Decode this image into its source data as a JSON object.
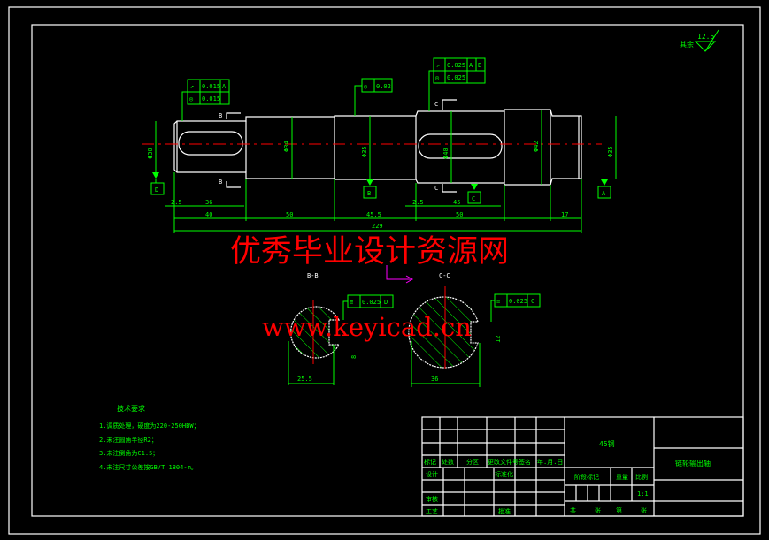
{
  "roughness": {
    "label": "其余",
    "value": "12.5"
  },
  "gdt": {
    "left": {
      "row1": {
        "symbol": "↗",
        "value": "0.015",
        "datum": "A"
      },
      "row2": {
        "symbol": "◎",
        "value": "0.015"
      }
    },
    "middle": {
      "symbol": "◎",
      "value": "0.02"
    },
    "right": {
      "row1": {
        "symbol": "↗",
        "value": "0.025",
        "datum1": "A",
        "datum2": "B"
      },
      "row2": {
        "symbol": "◎",
        "value": "0.025"
      }
    },
    "section_b": {
      "symbol": "≡",
      "value": "0.025",
      "datum": "D"
    },
    "section_c": {
      "symbol": "≡",
      "value": "0.025",
      "datum": "C"
    }
  },
  "datums": {
    "d": "D",
    "b": "B",
    "c": "C",
    "a": "A"
  },
  "section_marks": {
    "b": "B",
    "c": "C"
  },
  "diameters": [
    "Φ30",
    "Φ34",
    "Φ35",
    "Φ40",
    "Φ42",
    "Φ35"
  ],
  "lengths": {
    "chamfer1": "2.5",
    "key1": "36",
    "l1": "40",
    "l2": "50",
    "l3": "45.5",
    "chamfer2": "2.5",
    "key2": "45",
    "l4": "50",
    "l5": "17",
    "total": "229"
  },
  "sections": {
    "bb": {
      "title": "B-B",
      "width": "25.5",
      "key": "8"
    },
    "cc": {
      "title": "C-C",
      "width": "36",
      "key": "12"
    }
  },
  "tech": {
    "title": "技术要求",
    "items": [
      "1.调质处理，硬度为220-250HBW；",
      "2.未注圆角半径R2；",
      "3.未注倒角为C1.5；",
      "4.未注尺寸公差按GB/T 1804-m。"
    ]
  },
  "title_block": {
    "material": "45钢",
    "part_name": "链轮输出轴",
    "headers": [
      "标记",
      "处数",
      "分区",
      "更改文件号",
      "签名",
      "年.月.日"
    ],
    "design": "设计",
    "standard": "标准化",
    "review": "审核",
    "process": "工艺",
    "approve": "批准",
    "stage": "阶段标记",
    "weight": "重量",
    "scale_label": "比例",
    "scale": "1:1",
    "sheets": [
      "共",
      "张",
      "第",
      "张"
    ]
  },
  "watermark": {
    "line1": "优秀毕业设计资源网",
    "line2": "www.keyicad.cn"
  }
}
